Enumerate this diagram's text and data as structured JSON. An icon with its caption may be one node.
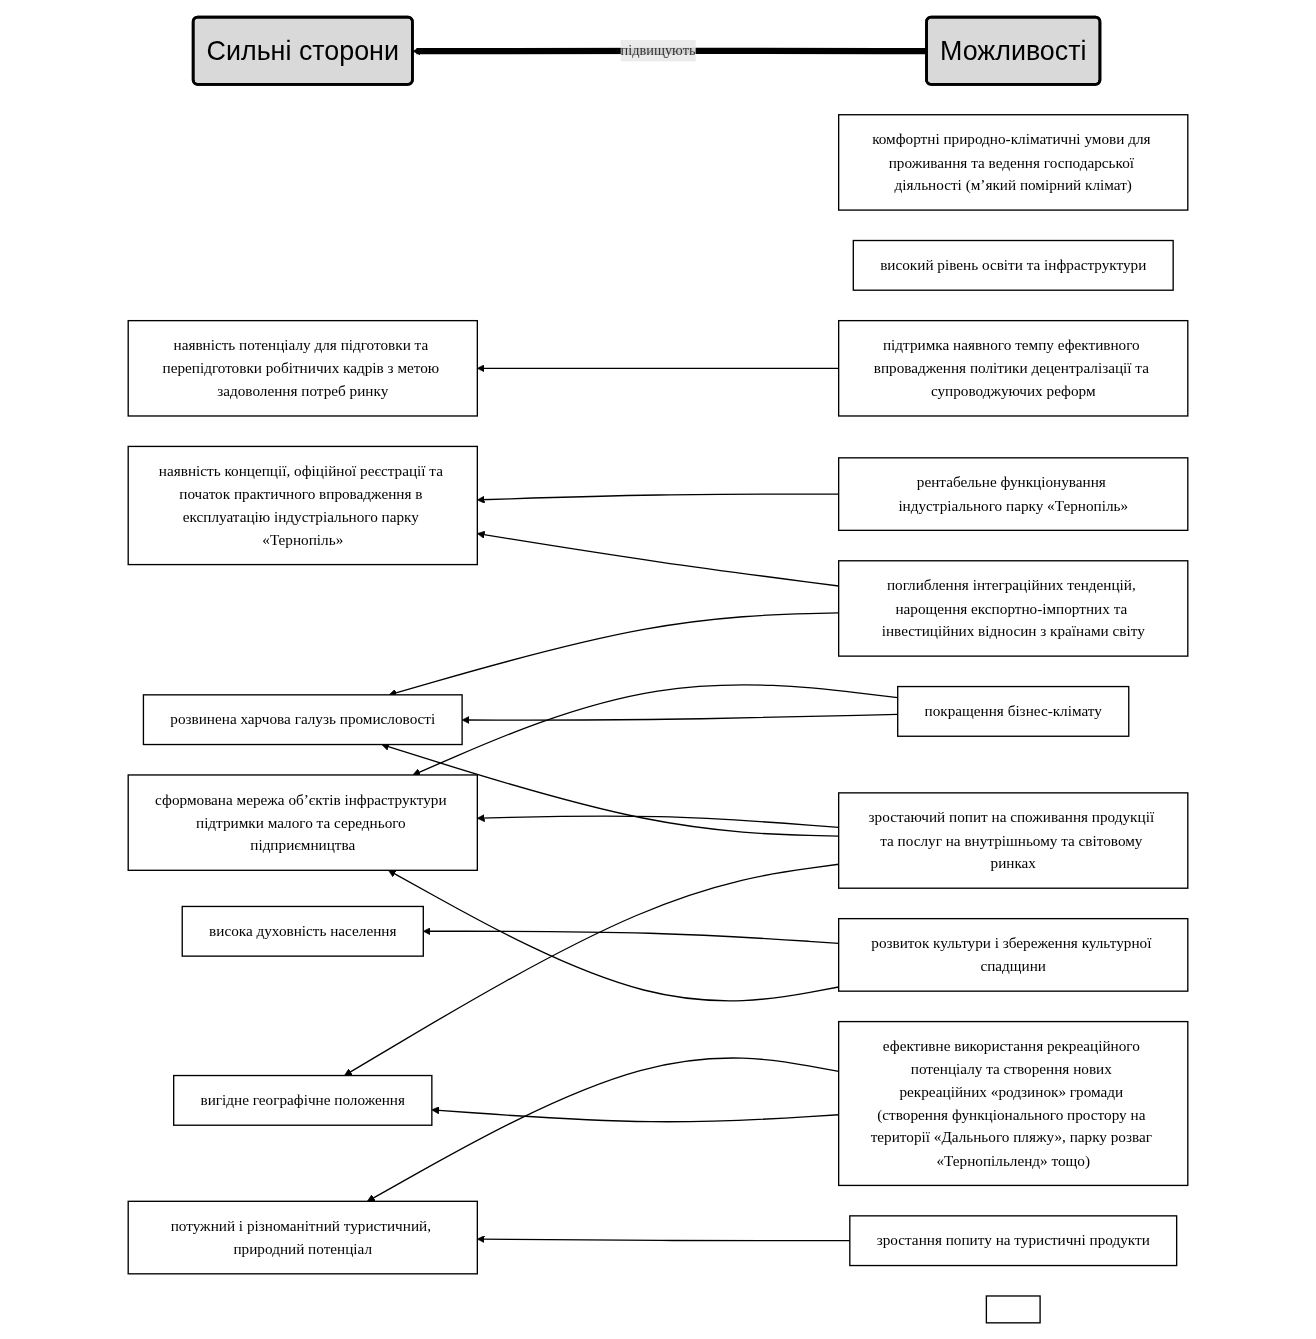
{
  "diagram": {
    "nodes": [
      {
        "text": [
          "Сильні сторони"
        ]
      },
      {
        "text": [
          "Можливості"
        ]
      },
      {
        "text": [
          "вигідне географічне положення"
        ]
      },
      {
        "text": [
          "комфортні природно-кліматичні умови для проживання та ведення господарської діяльності (м’який помірний клімат)"
        ]
      },
      {
        "text": [
          "розвинена харчова галузь промисловості"
        ]
      },
      {
        "text": [
          "сформована мережа об’єктів інфраструктури підтримки малого та середнього підприємництва"
        ]
      },
      {
        "text": [
          "високий рівень освіти та інфраструктури"
        ]
      },
      {
        "text": [
          "потужний і різноманітний туристичний, природний потенціал"
        ]
      },
      {
        "text": [
          "наявність потенціалу для підготовки та перепідготовки робітничих кадрів з метою задоволення потреб ринку"
        ]
      },
      {
        "text": [
          "наявність концепції, офіційної реєстрації та початок практичного впровадження в експлуатацію індустріального парку «Тернопіль»"
        ]
      },
      {
        "text": [
          "висока духовність населення"
        ]
      },
      {
        "text": [
          "підтримка наявного темпу ефективного впровадження політики децентралізації та супроводжуючих реформ"
        ]
      },
      {
        "text": [
          "поглиблення інтеграційних тенденцій, нарощення експортно-імпортних та інвестиційних відносин з країнами світу"
        ]
      },
      {
        "text": [
          "покращення бізнес-клімату"
        ]
      },
      {
        "text": [
          "зростаючий попит на споживання продукції та послуг на внутрішньому та світовому ринках"
        ]
      },
      {
        "text": [
          "зростання попиту на туристичні продукти"
        ]
      },
      {
        "text": [
          "розвиток культури і збереження культурної спадщини"
        ]
      },
      {
        "text": [
          "рентабельне функціонування індустріального парку «Тернопіль»"
        ]
      },
      {
        "text": [
          "ефективне використання рекреаційного потенціалу та створення нових рекреаційних «родзинок» громади (створення функціонального простору на території «Дальнього пляжу», парку розваг «Тернопільленд» тощо)"
        ]
      },
      {
        "text": [],
        "shape": "box"
      }
    ],
    "edges": [
      {
        "from": 1,
        "to": 0,
        "arrow": "to",
        "label": "підвищують",
        "style": "thick"
      },
      {
        "from": 14,
        "to": 2,
        "arrow": "to"
      },
      {
        "from": 18,
        "to": 2,
        "arrow": "to"
      },
      {
        "from": 12,
        "to": 4,
        "arrow": "to"
      },
      {
        "from": 14,
        "to": 4,
        "arrow": "to"
      },
      {
        "from": 13,
        "to": 4,
        "arrow": "to"
      },
      {
        "from": 13,
        "to": 5,
        "arrow": "to"
      },
      {
        "from": 16,
        "to": 5,
        "arrow": "to"
      },
      {
        "from": 14,
        "to": 5,
        "arrow": "to"
      },
      {
        "from": 15,
        "to": 7,
        "arrow": "to"
      },
      {
        "from": 18,
        "to": 7,
        "arrow": "to"
      },
      {
        "from": 11,
        "to": 8,
        "arrow": "to"
      },
      {
        "from": 12,
        "to": 9,
        "arrow": "to"
      },
      {
        "from": 17,
        "to": 9,
        "arrow": "to"
      },
      {
        "from": 16,
        "to": 10,
        "arrow": "to"
      }
    ]
  }
}
